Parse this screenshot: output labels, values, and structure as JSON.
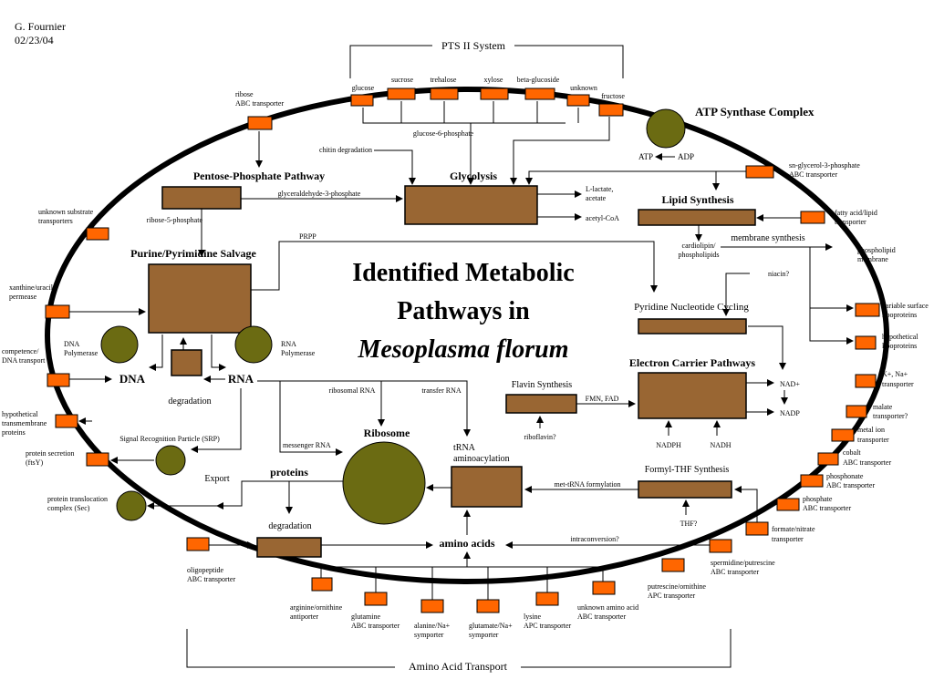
{
  "author": "G. Fournier",
  "date": "02/23/04",
  "title": {
    "line1": "Identified Metabolic",
    "line2": "Pathways in",
    "organism": "Mesoplasma florum"
  },
  "colors": {
    "membrane": "#000000",
    "transporter": "#ff6600",
    "pathway": "#996633",
    "complex": "#6b6b12"
  },
  "headings": {
    "pts": "PTS II System",
    "atp_synthase": "ATP Synthase Complex",
    "pentose": "Pentose-Phosphate Pathway",
    "glycolysis": "Glycolysis",
    "lipid": "Lipid Synthesis",
    "purine": "Purine/Pyrimidine Salvage",
    "electron": "Electron Carrier Pathways",
    "ribosome": "Ribosome",
    "amino_transport": "Amino Acid Transport"
  },
  "nodes": {
    "dna": "DNA",
    "rna": "RNA",
    "proteins": "proteins",
    "amino_acids": "amino acids",
    "trna_line1": "tRNA",
    "trna_line2": "aminoacylation",
    "formyl_thf": "Formyl-THF Synthesis",
    "pyridine": "Pyridine Nucleotide Cycling",
    "flavin": "Flavin Synthesis",
    "degradation_rna": "degradation",
    "degradation_protein": "degradation",
    "membrane_synthesis": "membrane synthesis",
    "export": "Export",
    "srp": "Signal Recognition Particle (SRP)",
    "dna_pol_1": "DNA",
    "dna_pol_2": "Polymerase",
    "rna_pol_1": "RNA",
    "rna_pol_2": "Polymerase"
  },
  "labels": {
    "glucose": "glucose",
    "sucrose": "sucrose",
    "trehalose": "trehalose",
    "xylose": "xylose",
    "beta_glucoside": "beta-glucoside",
    "unknown": "unknown",
    "fructose": "fructose",
    "glucose_6p": "glucose-6-phosphate",
    "chitin": "chitin degradation",
    "glyceraldehyde": "glyceraldehyde-3-phosphate",
    "ribose_5p": "ribose-5-phosphate",
    "l_lactate": "L-lactate,",
    "acetate": "acetate",
    "acetyl_coa": "acetyl-CoA",
    "atp": "ATP",
    "adp": "ADP",
    "prpp": "PRPP",
    "cardiolipin_1": "cardiolipin/",
    "cardiolipin_2": "phospholipids",
    "niacin": "niacin?",
    "ribosomal_rna": "ribosomal RNA",
    "transfer_rna": "transfer RNA",
    "messenger_rna": "messenger RNA",
    "fmn_fad": "FMN, FAD",
    "riboflavin": "riboflavin?",
    "nad_plus": "NAD+",
    "nadp": "NADP",
    "nadph": "NADPH",
    "nadh": "NADH",
    "met_trna": "met-tRNA formylation",
    "thf": "THF?",
    "interconversion": "intraconversion?"
  },
  "outer_labels": {
    "ribose_abc_1": "ribose",
    "ribose_abc_2": "ABC transporter",
    "unknown_substrate_1": "unknown substrate",
    "unknown_substrate_2": "transporters",
    "xanthine_1": "xanthine/uracil",
    "xanthine_2": "permease",
    "competence_1": "competence/",
    "competence_2": "DNA transport",
    "hypothetical_tm_1": "hypothetical",
    "hypothetical_tm_2": "transmembrane",
    "hypothetical_tm_3": "proteins",
    "protein_secretion_1": "protein secretion",
    "protein_secretion_2": "(ftsY)",
    "translocation_1": "protein translocation",
    "translocation_2": "complex (Sec)",
    "oligopeptide_1": "oligopeptide",
    "oligopeptide_2": "ABC transporter",
    "arginine_1": "arginine/ornithine",
    "arginine_2": "antiporter",
    "glutamine_1": "glutamine",
    "glutamine_2": "ABC transporter",
    "alanine_1": "alanine/Na+",
    "alanine_2": "symporter",
    "glutamate_1": "glutamate/Na+",
    "glutamate_2": "symporter",
    "lysine_1": "lysine",
    "lysine_2": "APC transporter",
    "unknown_aa_1": "unknown amino acid",
    "unknown_aa_2": "ABC transporter",
    "putrescine_1": "putrescine/ornithine",
    "putrescine_2": "APC transporter",
    "spermidine_1": "spermidine/putrescine",
    "spermidine_2": "ABC transporter",
    "formate_1": "formate/nitrate",
    "formate_2": "transporter",
    "phosphate_1": "phosphate",
    "phosphate_2": "ABC transporter",
    "phosphonate_1": "phosphonate",
    "phosphonate_2": "ABC transporter",
    "cobalt_1": "cobalt",
    "cobalt_2": "ABC transporter",
    "metal_1": "metal ion",
    "metal_2": "transporter",
    "malate_1": "malate",
    "malate_2": "transporter?",
    "k_na_1": "K+, Na+",
    "k_na_2": "transporter",
    "hypothetical_lp_1": "hypothetical",
    "hypothetical_lp_2": "lipoproteins",
    "variable_lp_1": "variable surface",
    "variable_lp_2": "lipoproteins",
    "phospholipid_mem_1": "phospholipid",
    "phospholipid_mem_2": "membrane",
    "fatty_acid_1": "fatty acid/lipid",
    "fatty_acid_2": "transporter",
    "glycerol_1": "sn-glycerol-3-phosphate",
    "glycerol_2": "ABC transporter"
  }
}
